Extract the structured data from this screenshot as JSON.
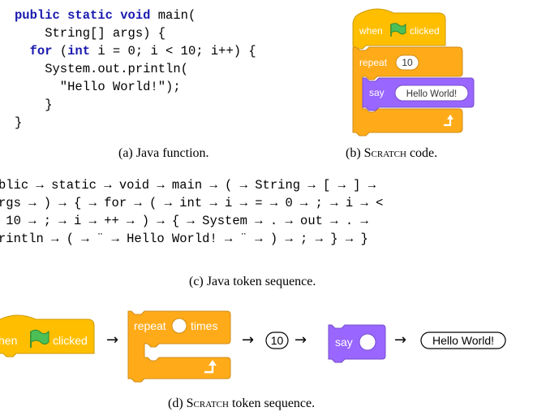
{
  "java_code": {
    "lines": [
      [
        {
          "t": "public static void",
          "kw": true
        },
        {
          "t": " main("
        }
      ],
      [
        {
          "t": "    String[] args) {"
        }
      ],
      [
        {
          "t": "  "
        },
        {
          "t": "for",
          "kw": true
        },
        {
          "t": " ("
        },
        {
          "t": "int",
          "kw": true
        },
        {
          "t": " i = 0; i < 10; i++) {"
        }
      ],
      [
        {
          "t": "    System.out.println("
        }
      ],
      [
        {
          "t": "      \"Hello World!\");"
        }
      ],
      [
        {
          "t": "    }"
        }
      ],
      [
        {
          "t": "}"
        }
      ]
    ]
  },
  "scratch_code": {
    "hat_when": "when",
    "hat_clicked": "clicked",
    "repeat_label": "repeat",
    "repeat_count": "10",
    "say_label": "say",
    "say_value": "Hello World!"
  },
  "captions": {
    "a": "(a) Java function.",
    "b_prefix": "(b) ",
    "b_sc": "Scratch",
    "b_suffix": " code.",
    "c": "(c) Java token sequence.",
    "d_prefix": "(d) ",
    "d_sc": "Scratch",
    "d_suffix": " token sequence."
  },
  "java_tokens": {
    "lines": [
      "blic → static → void → main → ( → String → [ → ] →",
      "rgs → ) → { → for → ( → int → i → = → 0 → ; → i → <",
      " 10 → ; → i → ++ → ) → { → System → . → out → . →",
      "rintln → ( → ¨ → Hello World! → ¨ → ) → ; → } → }"
    ]
  },
  "scratch_tokens": {
    "hat_when": "hen",
    "hat_clicked": "clicked",
    "repeat_label": "repeat",
    "repeat_times": "times",
    "number_token": "10",
    "say_label": "say",
    "string_token": "Hello World!",
    "arrow": "→"
  },
  "colors": {
    "events": "#ffbf00",
    "events_border": "#cc9900",
    "control": "#ffab19",
    "control_border": "#cf8b17",
    "looks": "#9966ff",
    "looks_border": "#774dcb",
    "flag": "#4cbf56",
    "keyword": "#1a1ab0"
  }
}
